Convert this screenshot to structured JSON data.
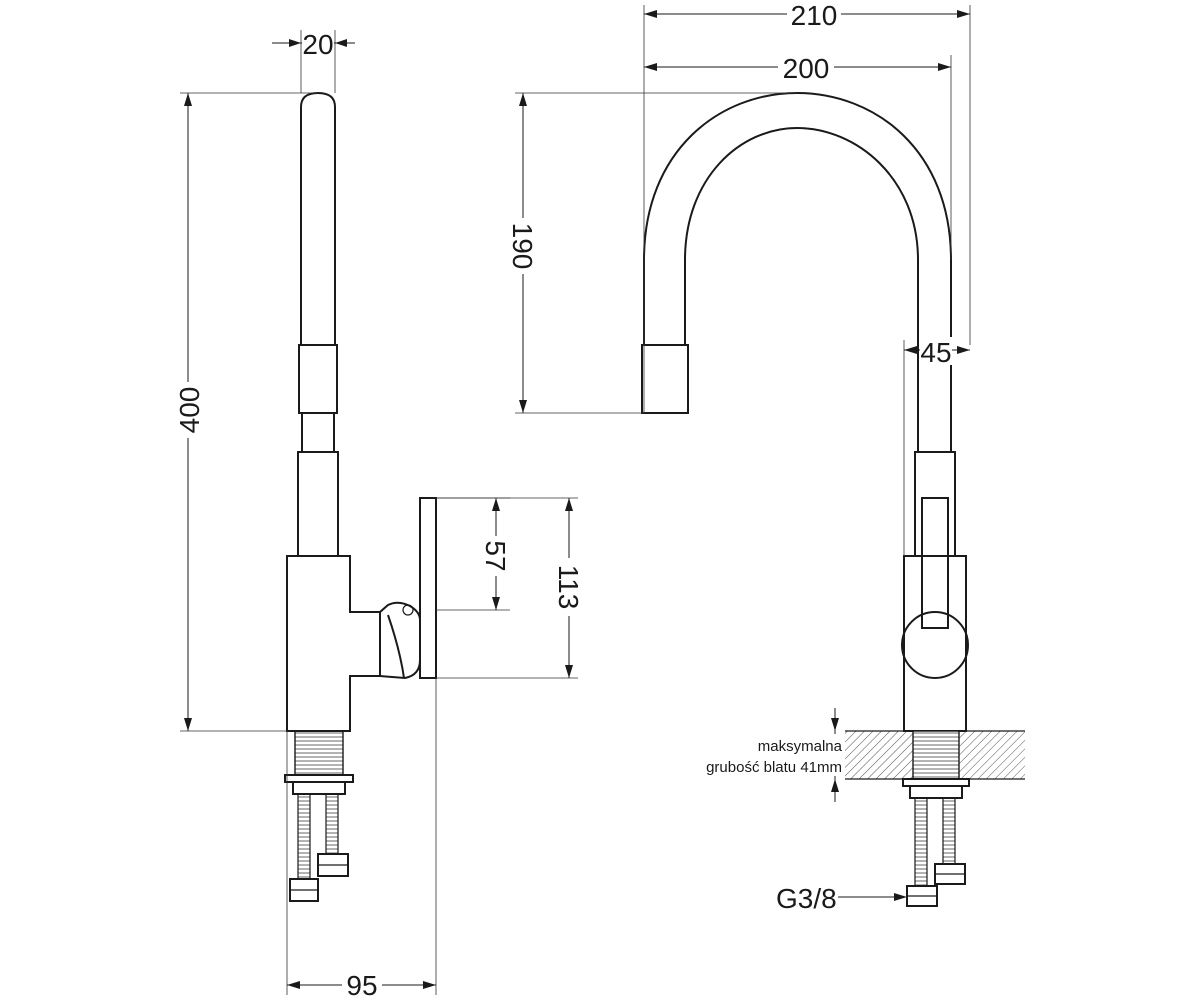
{
  "dimensions": {
    "d20": "20",
    "d400": "400",
    "d57": "57",
    "d113": "113",
    "d95": "95",
    "d210": "210",
    "d200": "200",
    "d190": "190",
    "d45": "45"
  },
  "notes": {
    "countertop_line1": "maksymalna",
    "countertop_line2": "grubość blatu 41mm",
    "thread": "G3/8"
  },
  "colors": {
    "line": "#1a1a1a",
    "hatch": "#555555"
  }
}
